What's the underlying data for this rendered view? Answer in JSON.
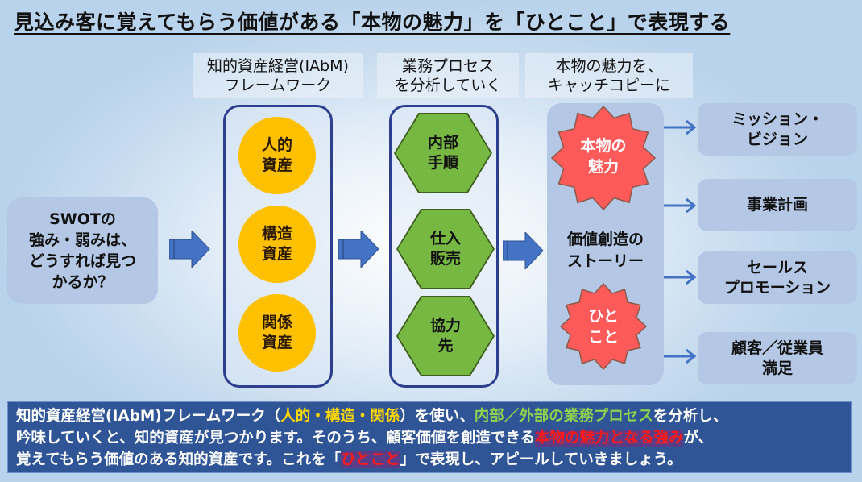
{
  "title": "見込み客に覚えてもらう価値がある「本物の魅力」を「ひとこと」で表現する",
  "column_headers": {
    "framework": [
      "知的資産経営(IAbM)",
      "フレームワーク"
    ],
    "process": [
      "業務プロセス",
      "を分析していく"
    ],
    "catchcopy": [
      "本物の魅力を、",
      "キャッチコピーに"
    ]
  },
  "swot": [
    "SWOTの",
    "強み・弱みは、",
    "どうすれば見つ",
    "かるか？"
  ],
  "intellectual_assets": [
    {
      "lines": [
        "人的",
        "資産"
      ]
    },
    {
      "lines": [
        "構造",
        "資産"
      ]
    },
    {
      "lines": [
        "関係",
        "資産"
      ]
    }
  ],
  "business_processes": [
    {
      "lines": [
        "内部",
        "手順"
      ]
    },
    {
      "lines": [
        "仕入",
        "販売"
      ]
    },
    {
      "lines": [
        "協力",
        "先"
      ]
    }
  ],
  "story": {
    "burst_top": [
      "本物の",
      "魅力"
    ],
    "center": [
      "価値創造の",
      "ストーリー"
    ],
    "burst_bottom": [
      "ひと",
      "こと"
    ]
  },
  "outcomes": [
    {
      "lines": [
        "ミッション・",
        "ビジョン"
      ]
    },
    {
      "lines": [
        "事業計画"
      ]
    },
    {
      "lines": [
        "セールス",
        "プロモーション"
      ]
    },
    {
      "lines": [
        "顧客／従業員",
        "満足"
      ]
    }
  ],
  "summary": {
    "line1": [
      {
        "text": "知的資産経営(IAbM)フレームワーク（",
        "style": "normal"
      },
      {
        "text": "人的・構造・関係",
        "style": "yellow"
      },
      {
        "text": "）を使い、",
        "style": "normal"
      },
      {
        "text": "内部／外部の業務プロセス",
        "style": "green"
      },
      {
        "text": "を分析し、",
        "style": "normal"
      }
    ],
    "line2": [
      {
        "text": "吟味していくと、知的資産が見つかります。そのうち、顧客価値を創造できる",
        "style": "normal"
      },
      {
        "text": "本物の魅力となる強み",
        "style": "red"
      },
      {
        "text": "が、",
        "style": "normal"
      }
    ],
    "line3": [
      {
        "text": "覚えてもらう価値のある知的資産です。これを「",
        "style": "normal"
      },
      {
        "text": "ひとこと",
        "style": "red"
      },
      {
        "text": "」で表現し、アピールしていきましょう。",
        "style": "normal"
      }
    ]
  },
  "colors": {
    "asset_circle": "#ffc000",
    "process_hex": "#77b843",
    "burst": "#ff5a5a",
    "arrow": "#4472c4",
    "frame_border": "#2e3f8f",
    "summary_bg": "#2f5597"
  }
}
